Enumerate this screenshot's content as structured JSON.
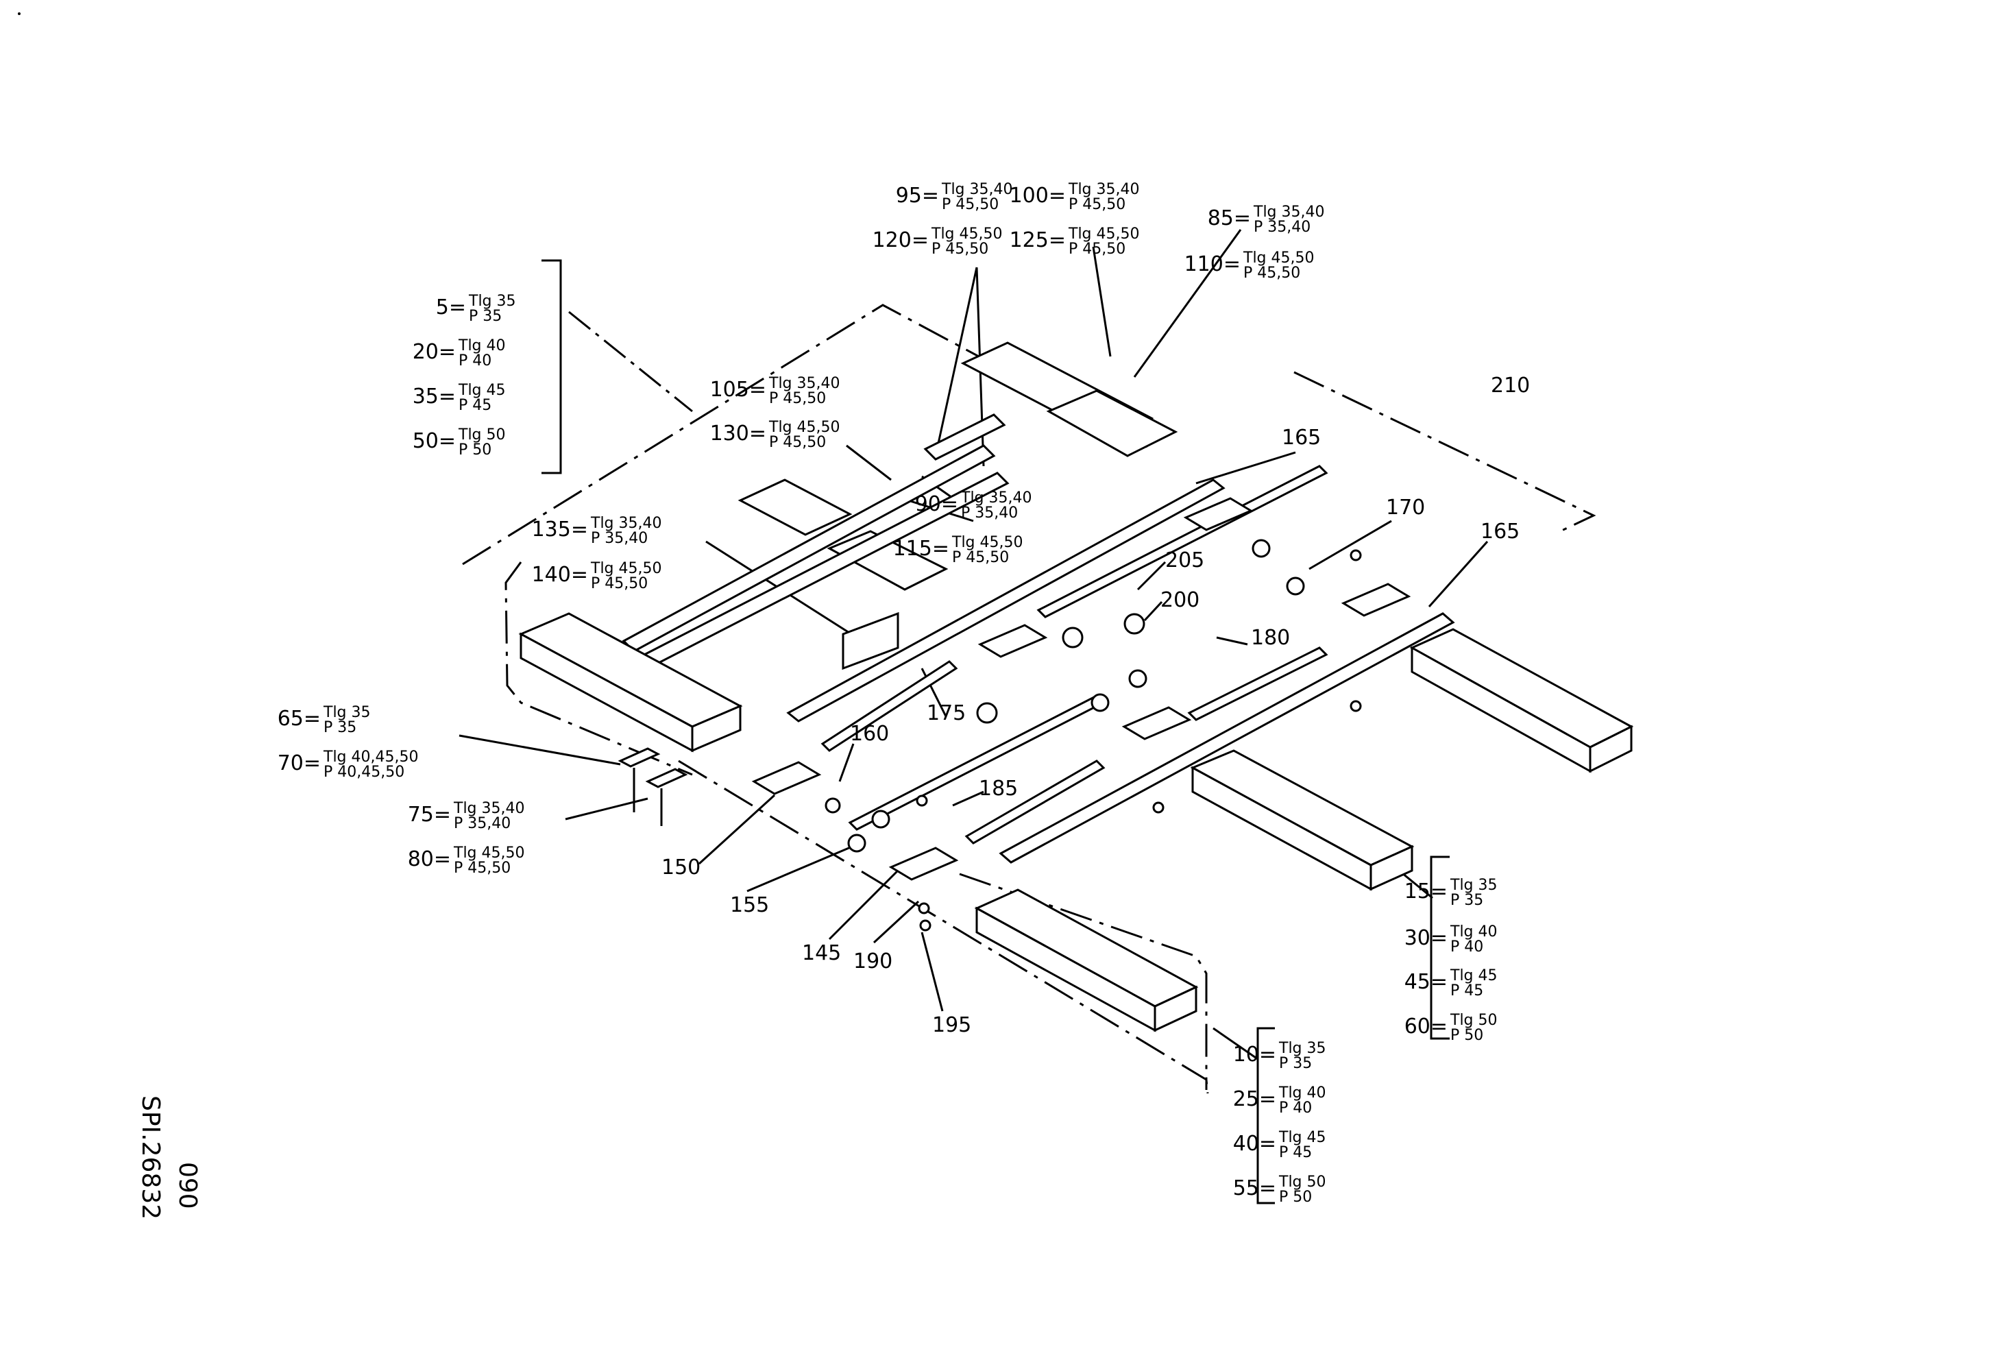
{
  "drawing": {
    "sheet_number": "090",
    "drawing_id": "SPI.26832"
  },
  "callouts": [
    {
      "id": "c95",
      "no": "95=",
      "l1": "Tlg 35,40",
      "l2": "P  45,50"
    },
    {
      "id": "c100",
      "no": "100=",
      "l1": "Tlg 35,40",
      "l2": "P  45,50"
    },
    {
      "id": "c120",
      "no": "120=",
      "l1": "Tlg 45,50",
      "l2": "P  45,50"
    },
    {
      "id": "c125",
      "no": "125=",
      "l1": "Tlg 45,50",
      "l2": "P  45,50"
    },
    {
      "id": "c85",
      "no": "85=",
      "l1": "Tlg 35,40",
      "l2": "P  35,40"
    },
    {
      "id": "c110",
      "no": "110=",
      "l1": "Tlg 45,50",
      "l2": "P  45,50"
    },
    {
      "id": "c5",
      "no": "5=",
      "l1": "Tlg 35",
      "l2": "P  35"
    },
    {
      "id": "c20",
      "no": "20=",
      "l1": "Tlg 40",
      "l2": "P  40"
    },
    {
      "id": "c35",
      "no": "35=",
      "l1": "Tlg 45",
      "l2": "P  45"
    },
    {
      "id": "c50",
      "no": "50=",
      "l1": "Tlg 50",
      "l2": "P  50"
    },
    {
      "id": "c105",
      "no": "105=",
      "l1": "Tlg 35,40",
      "l2": "P  45,50"
    },
    {
      "id": "c130",
      "no": "130=",
      "l1": "Tlg 45,50",
      "l2": "P  45,50"
    },
    {
      "id": "c90",
      "no": "90=",
      "l1": "Tlg 35,40",
      "l2": "P  35,40"
    },
    {
      "id": "c115",
      "no": "115=",
      "l1": "Tlg 45,50",
      "l2": "P  45,50"
    },
    {
      "id": "c135",
      "no": "135=",
      "l1": "Tlg 35,40",
      "l2": "P  35,40"
    },
    {
      "id": "c140",
      "no": "140=",
      "l1": "Tlg 45,50",
      "l2": "P  45,50"
    },
    {
      "id": "c65",
      "no": "65=",
      "l1": "Tlg 35",
      "l2": "P  35"
    },
    {
      "id": "c70",
      "no": "70=",
      "l1": "Tlg 40,45,50",
      "l2": "P  40,45,50"
    },
    {
      "id": "c75",
      "no": "75=",
      "l1": "Tlg 35,40",
      "l2": "P  35,40"
    },
    {
      "id": "c80",
      "no": "80=",
      "l1": "Tlg 45,50",
      "l2": "P  45,50"
    },
    {
      "id": "c15",
      "no": "15=",
      "l1": "Tlg 35",
      "l2": "P  35"
    },
    {
      "id": "c30",
      "no": "30=",
      "l1": "Tlg 40",
      "l2": "P  40"
    },
    {
      "id": "c45",
      "no": "45=",
      "l1": "Tlg 45",
      "l2": "P  45"
    },
    {
      "id": "c60",
      "no": "60=",
      "l1": "Tlg 50",
      "l2": "P  50"
    },
    {
      "id": "c10",
      "no": "10=",
      "l1": "Tlg 35",
      "l2": "P  35"
    },
    {
      "id": "c25",
      "no": "25=",
      "l1": "Tlg 40",
      "l2": "P  40"
    },
    {
      "id": "c40",
      "no": "40=",
      "l1": "Tlg 45",
      "l2": "P  45"
    },
    {
      "id": "c55",
      "no": "55=",
      "l1": "Tlg 50",
      "l2": "P  50"
    }
  ],
  "part_numbers": [
    {
      "id": "p210",
      "label": "210"
    },
    {
      "id": "p165a",
      "label": "165"
    },
    {
      "id": "p170",
      "label": "170"
    },
    {
      "id": "p165b",
      "label": "165"
    },
    {
      "id": "p205",
      "label": "205"
    },
    {
      "id": "p200",
      "label": "200"
    },
    {
      "id": "p180",
      "label": "180"
    },
    {
      "id": "p175",
      "label": "175"
    },
    {
      "id": "p160",
      "label": "160"
    },
    {
      "id": "p185",
      "label": "185"
    },
    {
      "id": "p150",
      "label": "150"
    },
    {
      "id": "p155",
      "label": "155"
    },
    {
      "id": "p145",
      "label": "145"
    },
    {
      "id": "p190",
      "label": "190"
    },
    {
      "id": "p195",
      "label": "195"
    }
  ]
}
